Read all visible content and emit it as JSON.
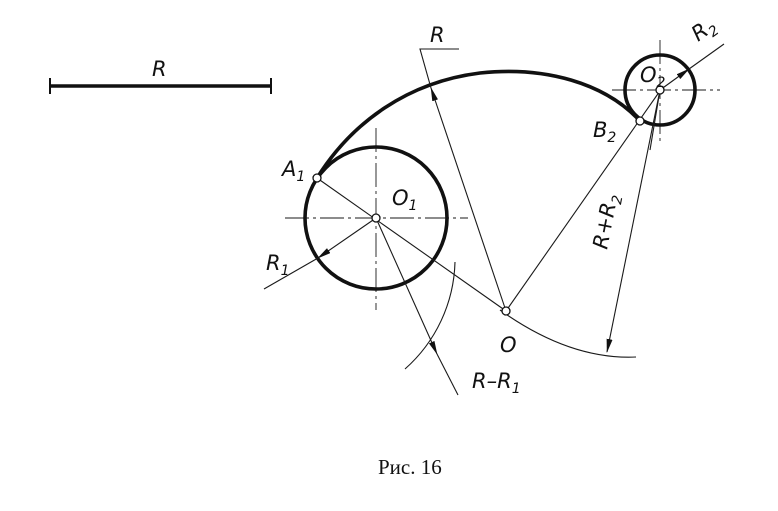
{
  "labels": {
    "radius_scale": "R",
    "radius_R": "R",
    "center_O": "O",
    "center_O1": {
      "base": "O",
      "sub": "1"
    },
    "center_O2": {
      "base": "O",
      "sub": "2"
    },
    "point_A1": {
      "base": "A",
      "sub": "1"
    },
    "point_B2": {
      "base": "B",
      "sub": "2"
    },
    "radius_R1": {
      "base": "R",
      "sub": "1"
    },
    "radius_R2": {
      "base": "R",
      "sub": "2"
    },
    "dim_R_minus_R1": {
      "base": "R–R",
      "sub": "1"
    },
    "dim_R_plus_R2": {
      "base": "R+R",
      "sub": "2"
    }
  },
  "caption": "Рис. 16"
}
